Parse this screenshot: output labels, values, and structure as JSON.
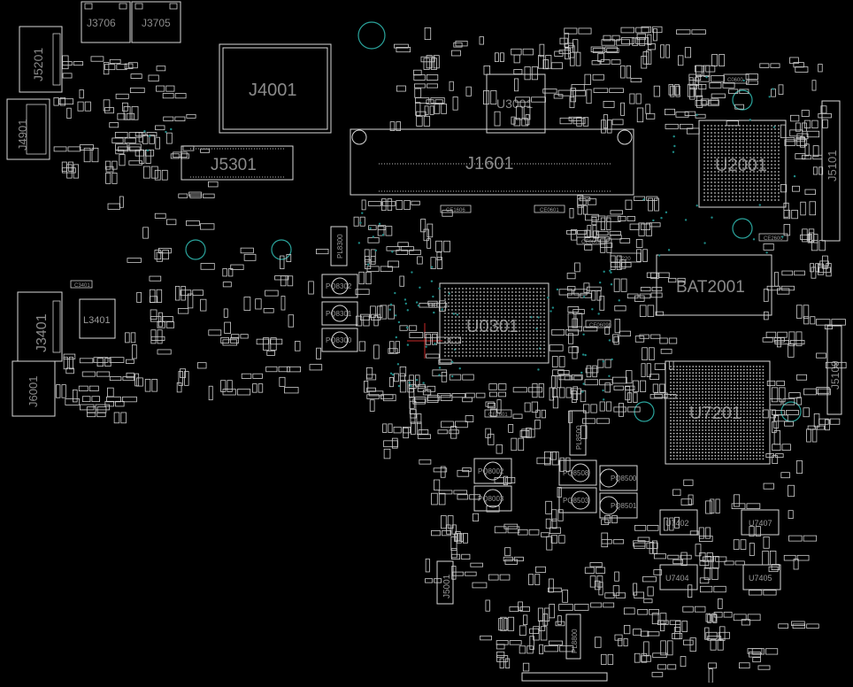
{
  "title": "",
  "colors": {
    "background": "#000000",
    "outline": "#d8d8d8",
    "label": "#8a8a8a",
    "mounting_hole": "#2aa39b",
    "marker": "#c62828"
  },
  "components": [
    {
      "id": "j3706",
      "label": "J3706"
    },
    {
      "id": "j3705",
      "label": "J3705"
    },
    {
      "id": "j5201",
      "label": "J5201"
    },
    {
      "id": "j4901",
      "label": "J4901"
    },
    {
      "id": "j4001",
      "label": "J4001"
    },
    {
      "id": "j5301",
      "label": "J5301"
    },
    {
      "id": "j1601",
      "label": "J1601"
    },
    {
      "id": "u3001",
      "label": "U3001"
    },
    {
      "id": "u2001",
      "label": "U2001"
    },
    {
      "id": "j5101",
      "label": "J5101"
    },
    {
      "id": "bat2001",
      "label": "BAT2001"
    },
    {
      "id": "u0301",
      "label": "U0301"
    },
    {
      "id": "u7201",
      "label": "U7201"
    },
    {
      "id": "j5109",
      "label": "J5109"
    },
    {
      "id": "j3401",
      "label": "J3401"
    },
    {
      "id": "l3401",
      "label": "L3401"
    },
    {
      "id": "j6001",
      "label": "J6001"
    },
    {
      "id": "pq8302",
      "label": "PQ8302"
    },
    {
      "id": "pq8301",
      "label": "PQ8301"
    },
    {
      "id": "pq8300",
      "label": "PQ8300"
    },
    {
      "id": "pl8300",
      "label": "PL8300"
    },
    {
      "id": "pq8002",
      "label": "PQ8002"
    },
    {
      "id": "pq8003",
      "label": "PQ8003"
    },
    {
      "id": "pq8508",
      "label": "PQ8508"
    },
    {
      "id": "pq8503",
      "label": "PQ8503"
    },
    {
      "id": "pq8500",
      "label": "PQ8500"
    },
    {
      "id": "pq8501",
      "label": "PQ8501"
    },
    {
      "id": "pl8500",
      "label": "PL8500"
    },
    {
      "id": "u7402",
      "label": "U7402"
    },
    {
      "id": "u7407",
      "label": "U7407"
    },
    {
      "id": "u7404",
      "label": "U7404"
    },
    {
      "id": "u7405",
      "label": "U7405"
    },
    {
      "id": "j5001",
      "label": "J5001"
    },
    {
      "id": "pl8800",
      "label": "PL8800"
    }
  ],
  "small_labels": [
    "CE1606",
    "CE0601",
    "L3220",
    "CE0609",
    "CE2600",
    "C3401",
    "CE0609b",
    "CE2601",
    "C0600"
  ]
}
